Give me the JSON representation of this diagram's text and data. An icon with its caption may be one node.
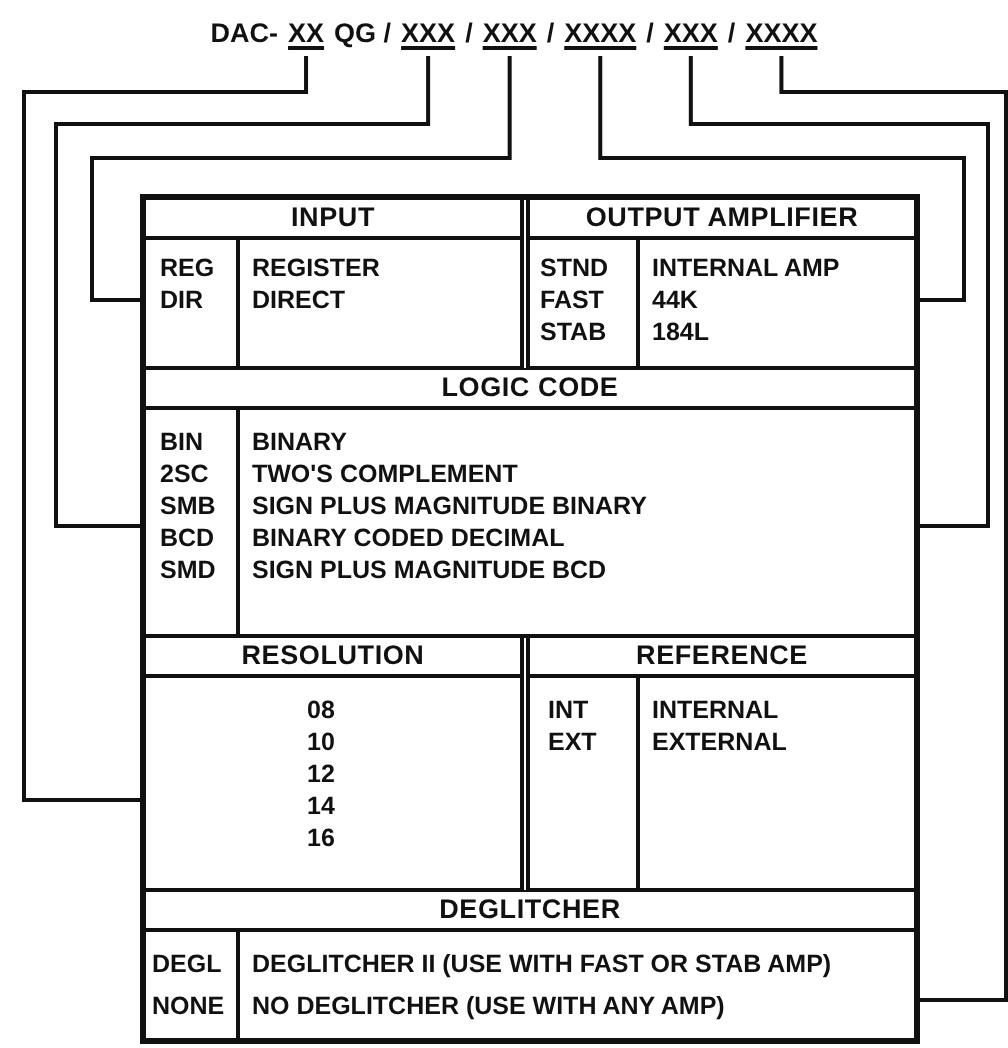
{
  "diagram": {
    "nodes": [
      {
        "text": [
          "XX"
        ]
      },
      {
        "text": [
          "XXX"
        ]
      },
      {
        "text": [
          "XXX"
        ]
      },
      {
        "text": [
          "XXXX"
        ]
      },
      {
        "text": [
          "XXX"
        ]
      },
      {
        "text": [
          "XXXX"
        ]
      },
      {
        "text": [
          "INPUT",
          "REG",
          "REGISTER",
          "DIR",
          "DIRECT"
        ]
      },
      {
        "text": [
          "OUTPUT AMPLIFIER",
          "STND",
          "INTERNAL AMP",
          "FAST",
          "44K",
          "STAB",
          "184L"
        ]
      },
      {
        "text": [
          "LOGIC CODE",
          "BIN",
          "BINARY",
          "2SC",
          "TWO'S COMPLEMENT",
          "SMB",
          "SIGN PLUS MAGNITUDE BINARY",
          "BCD",
          "BINARY CODED DECIMAL",
          "SMD",
          "SIGN PLUS MAGNITUDE BCD"
        ]
      },
      {
        "text": [
          "RESOLUTION",
          "08",
          "10",
          "12",
          "14",
          "16"
        ]
      },
      {
        "text": [
          "REFERENCE",
          "INT",
          "INTERNAL",
          "EXT",
          "EXTERNAL"
        ]
      },
      {
        "text": [
          "DEGLITCHER",
          "DEGL",
          "DEGLITCHER II (USE WITH FAST OR STAB AMP)",
          "NONE",
          "NO DEGLITCHER (USE WITH ANY AMP)"
        ]
      }
    ],
    "edges": [
      {
        "from": 0,
        "to": 9,
        "arrow": "none"
      },
      {
        "from": 1,
        "to": 8,
        "arrow": "none"
      },
      {
        "from": 2,
        "to": 6,
        "arrow": "none"
      },
      {
        "from": 3,
        "to": 7,
        "arrow": "none"
      },
      {
        "from": 4,
        "to": 8,
        "arrow": "none"
      },
      {
        "from": 5,
        "to": 11,
        "arrow": "none"
      }
    ],
    "labels": [
      "DAC-",
      "QG /",
      "/",
      "/",
      "/",
      "/"
    ]
  }
}
